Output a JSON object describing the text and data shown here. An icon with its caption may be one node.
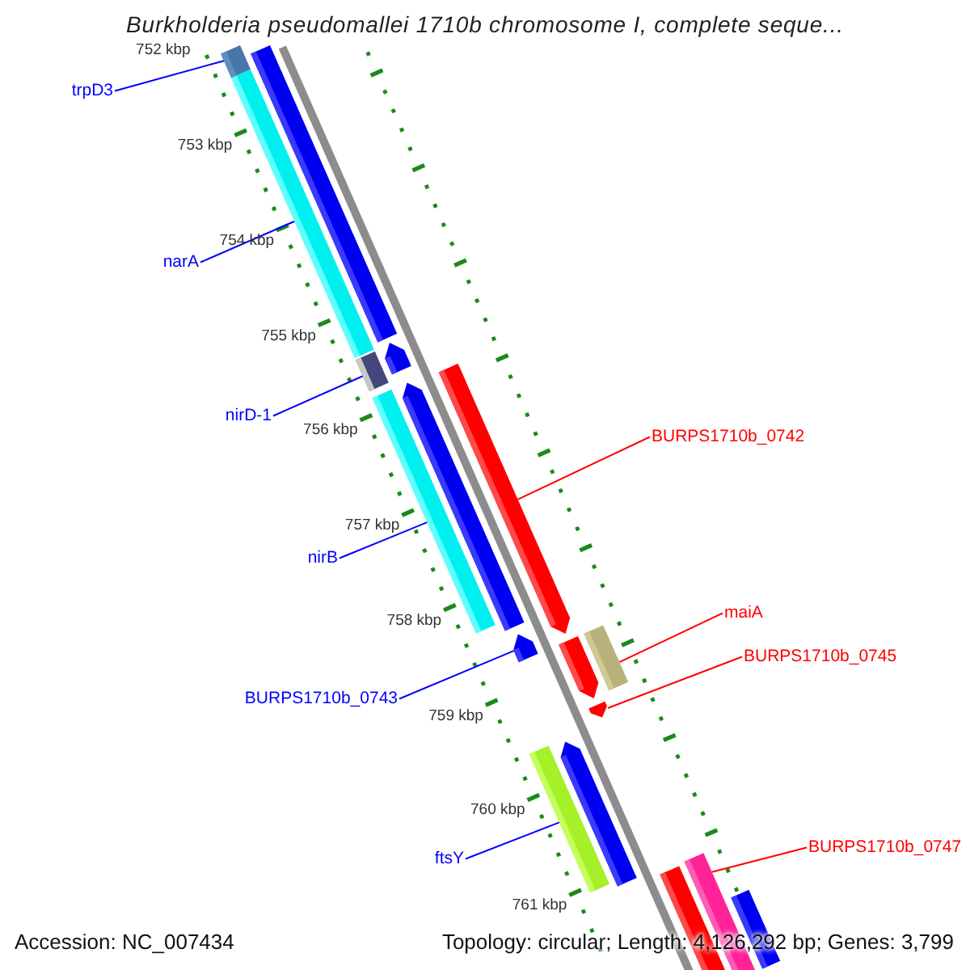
{
  "diagram": {
    "title": "Burkholderia pseudomallei 1710b chromosome I, complete seque...",
    "nodes": [
      {
        "text": [
          "trpD3"
        ]
      },
      {
        "text": [
          "narA"
        ]
      },
      {
        "text": [
          "nirD-1"
        ]
      },
      {
        "text": [
          "nirB"
        ]
      },
      {
        "text": [
          "BURPS1710b_0743"
        ]
      },
      {
        "text": [
          "ftsY"
        ]
      },
      {
        "text": [
          "BURPS1710b_0742"
        ]
      },
      {
        "text": [
          "maiA"
        ]
      },
      {
        "text": [
          "BURPS1710b_0745"
        ]
      },
      {
        "text": [
          "BURPS1710b_0747"
        ]
      },
      {
        "text": [],
        "shape": "bar"
      },
      {
        "text": [],
        "shape": "bar"
      },
      {
        "text": [],
        "shape": "bar"
      },
      {
        "text": [],
        "shape": "bar"
      },
      {
        "text": [],
        "shape": "bar"
      },
      {
        "text": [],
        "shape": "bar"
      },
      {
        "text": [],
        "shape": "bar"
      },
      {
        "text": [],
        "shape": "bar"
      },
      {
        "text": [],
        "shape": "bar"
      },
      {
        "text": [],
        "shape": "bar"
      },
      {
        "text": [],
        "shape": "bar"
      },
      {
        "text": [],
        "shape": "bar"
      },
      {
        "text": [],
        "shape": "bar"
      },
      {
        "text": [],
        "shape": "bar"
      },
      {
        "text": [],
        "shape": "bar"
      },
      {
        "text": [],
        "shape": "bar"
      },
      {
        "text": [],
        "shape": "bar"
      }
    ],
    "edges": [
      {
        "from": 0,
        "to": 10,
        "arrow": "none"
      },
      {
        "from": 1,
        "to": 11,
        "arrow": "none"
      },
      {
        "from": 2,
        "to": 12,
        "arrow": "none"
      },
      {
        "from": 3,
        "to": 13,
        "arrow": "none"
      },
      {
        "from": 4,
        "to": 14,
        "arrow": "none"
      },
      {
        "from": 5,
        "to": 15,
        "arrow": "none"
      },
      {
        "from": 6,
        "to": 16,
        "arrow": "none",
        "color": "#ff0000"
      },
      {
        "from": 7,
        "to": 17,
        "arrow": "none",
        "color": "#ff0000"
      },
      {
        "from": 8,
        "to": 18,
        "arrow": "none",
        "color": "#ff0000"
      },
      {
        "from": 9,
        "to": 19,
        "arrow": "none",
        "color": "#ff0000"
      }
    ],
    "labels": [
      "752 kbp",
      "753 kbp",
      "754 kbp",
      "755 kbp",
      "756 kbp",
      "757 kbp",
      "758 kbp",
      "759 kbp",
      "760 kbp",
      "761 kbp",
      "Accession: NC_007434",
      "Topology: circular; Length: 4,126,292 bp; Genes: 3,799"
    ]
  }
}
